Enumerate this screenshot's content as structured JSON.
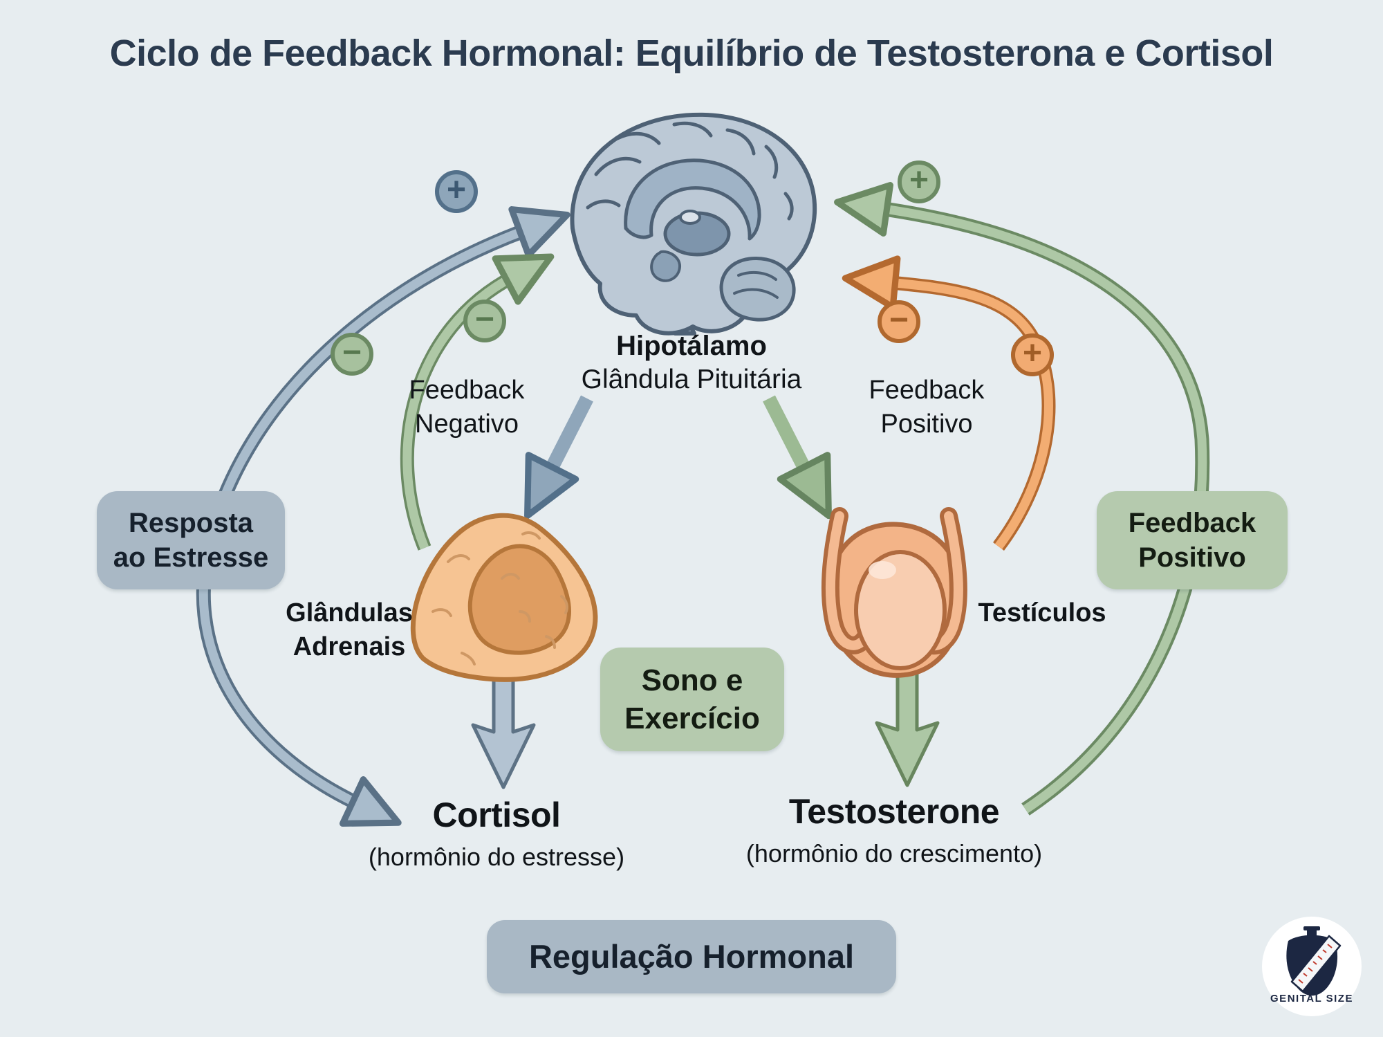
{
  "title": "Ciclo de Feedback Hormonal: Equilíbrio de Testosterona e Cortisol",
  "signs": {
    "plus": "+",
    "minus": "−"
  },
  "brain": {
    "label_primary": "Hipotálamo",
    "label_secondary": "Glândula Pituitária"
  },
  "left_loop": {
    "feedback_label": {
      "line1": "Feedback",
      "line2": "Negativo"
    },
    "stress_badge": {
      "line1": "Resposta",
      "line2": "ao Estresse"
    },
    "gland_label": {
      "line1": "Glândulas",
      "line2": "Adrenais"
    },
    "hormone": {
      "name": "Cortisol",
      "subtitle": "(hormônio do estresse)"
    }
  },
  "right_loop": {
    "feedback_label": {
      "line1": "Feedback",
      "line2": "Positivo"
    },
    "feedback_badge": {
      "line1": "Feedback",
      "line2": "Positivo"
    },
    "gland_label": "Testículos",
    "hormone": {
      "name": "Testosterone",
      "subtitle": "(hormônio do crescimento)"
    }
  },
  "center": {
    "sleep_exercise_badge": {
      "line1": "Sono e",
      "line2": "Exercício"
    },
    "regulation_badge": "Regulação Hormonal"
  },
  "logo": {
    "caption": "GENITAL SIZE"
  },
  "colors": {
    "background": "#e7edf0",
    "title_text": "#2b3b4f",
    "blue_arrow": "#a9bccc",
    "green_arrow": "#aec8a6",
    "orange_arrow": "#f3ad72",
    "badge_blue": "#a9b8c5",
    "badge_green": "#b5caae",
    "brain_fill": "#bcc9d6",
    "gland_orange": "#f6c493"
  }
}
